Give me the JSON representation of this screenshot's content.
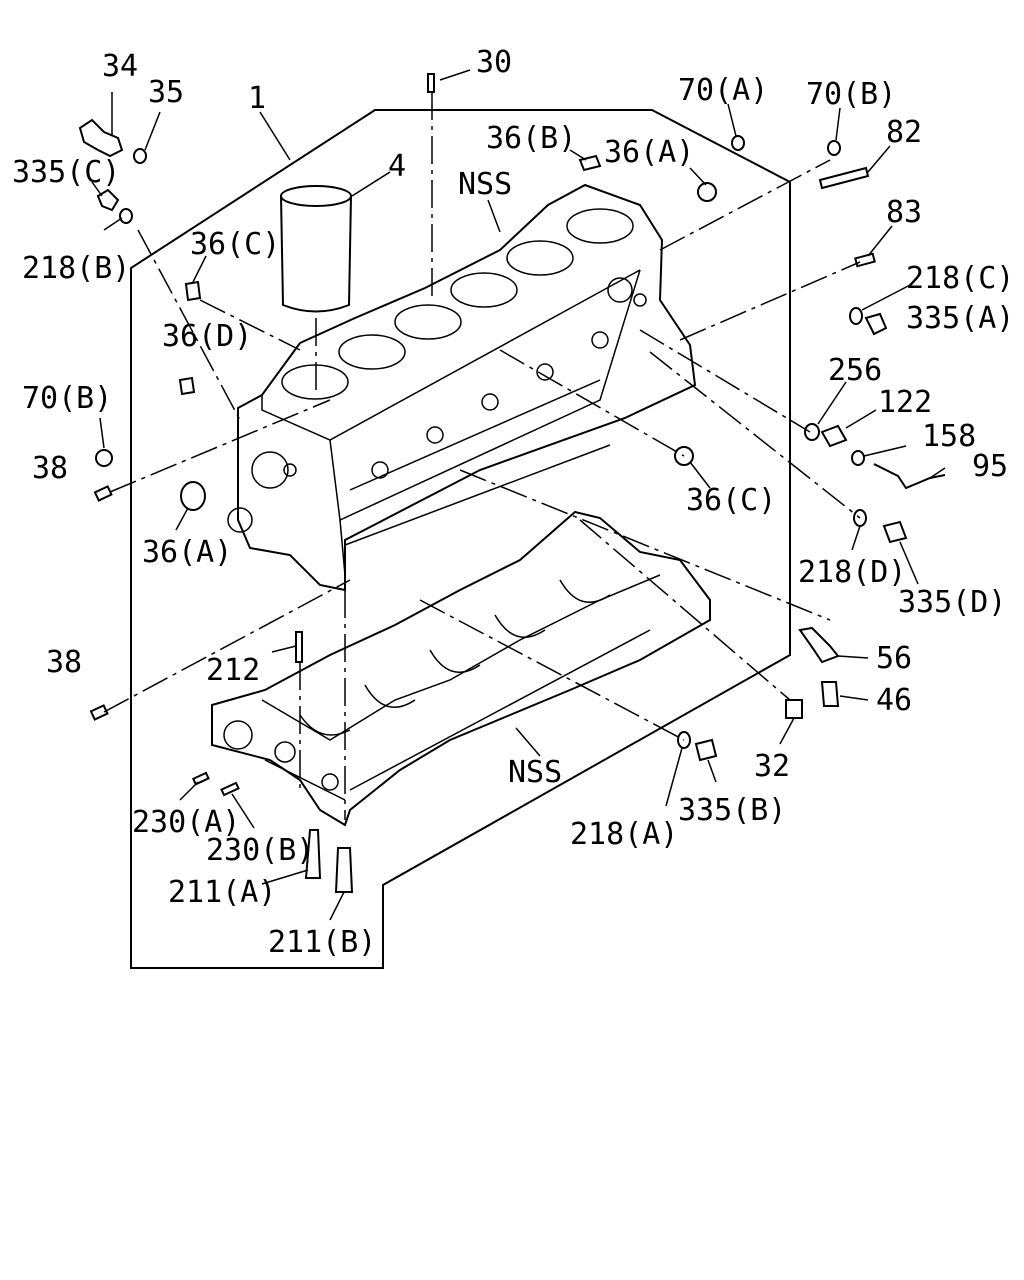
{
  "labels": {
    "p1": "1",
    "p4": "4",
    "p30": "30",
    "p34": "34",
    "p35": "35",
    "p335c": "335(C)",
    "p218b": "218(B)",
    "p36c_top": "36(C)",
    "p36d": "36(D)",
    "p70b_left": "70(B)",
    "p38_top": "38",
    "p36a_left": "36(A)",
    "p36b": "36(B)",
    "p36a_top": "36(A)",
    "nss_top": "NSS",
    "p70a": "70(A)",
    "p70b_right": "70(B)",
    "p82": "82",
    "p83": "83",
    "p218c": "218(C)",
    "p335a": "335(A)",
    "p256": "256",
    "p122": "122",
    "p158": "158",
    "p95": "95",
    "p36c_right": "36(C)",
    "p218d": "218(D)",
    "p335d": "335(D)",
    "p56": "56",
    "p46": "46",
    "p32": "32",
    "p38_bottom": "38",
    "p212": "212",
    "nss_bottom": "NSS",
    "p218a": "218(A)",
    "p335b": "335(B)",
    "p230a": "230(A)",
    "p230b": "230(B)",
    "p211a": "211(A)",
    "p211b": "211(B)"
  }
}
